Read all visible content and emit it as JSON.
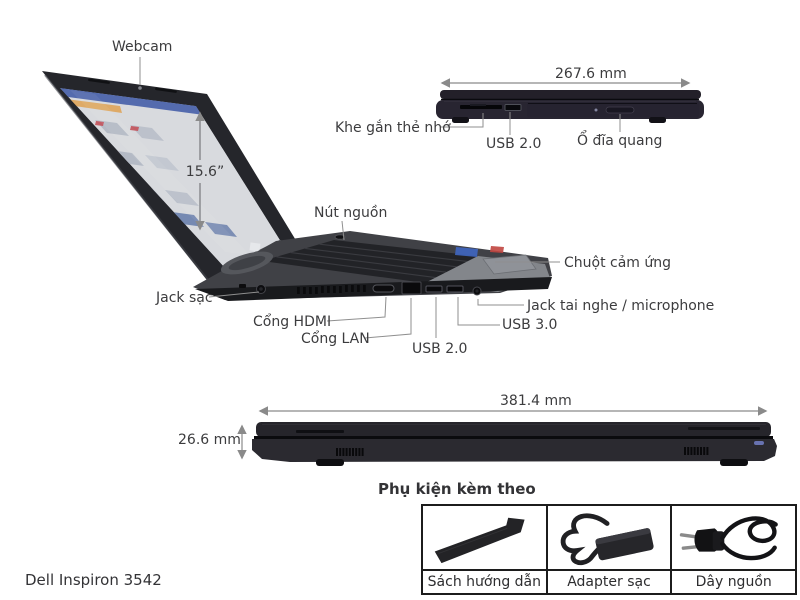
{
  "product": {
    "name": "Dell Inspiron 3542"
  },
  "main_view": {
    "labels": {
      "webcam": "Webcam",
      "screen_size": "15.6”",
      "power_button": "Nút nguồn",
      "charging_jack": "Jack sạc",
      "hdmi": "Cổng HDMI",
      "lan": "Cổng LAN",
      "usb2": "USB 2.0",
      "usb3": "USB 3.0",
      "headphone_jack": "Jack tai nghe / microphone",
      "touchpad": "Chuột cảm ứng"
    }
  },
  "side_view": {
    "width_dimension": "267.6 mm",
    "labels": {
      "card_slot": "Khe gắn thẻ nhớ",
      "usb2": "USB 2.0",
      "optical_drive": "Ổ đĩa quang"
    }
  },
  "front_view": {
    "width_dimension": "381.4 mm",
    "height_dimension": "26.6 mm"
  },
  "accessories": {
    "title": "Phụ kiện kèm theo",
    "items": [
      {
        "label": "Sách hướng dẫn",
        "icon": "battery-icon"
      },
      {
        "label": "Adapter sạc",
        "icon": "power-adapter-icon"
      },
      {
        "label": "Dây nguồn",
        "icon": "power-cord-icon"
      }
    ]
  },
  "colors": {
    "label_text": "#3c3c3e",
    "callout_line": "#8f8f8f",
    "dimension_arrow": "#8a8a8a",
    "laptop_body": "#26252b",
    "screen_header_blue": "#3d57a6",
    "accessories_border": "#1c1c1c"
  }
}
